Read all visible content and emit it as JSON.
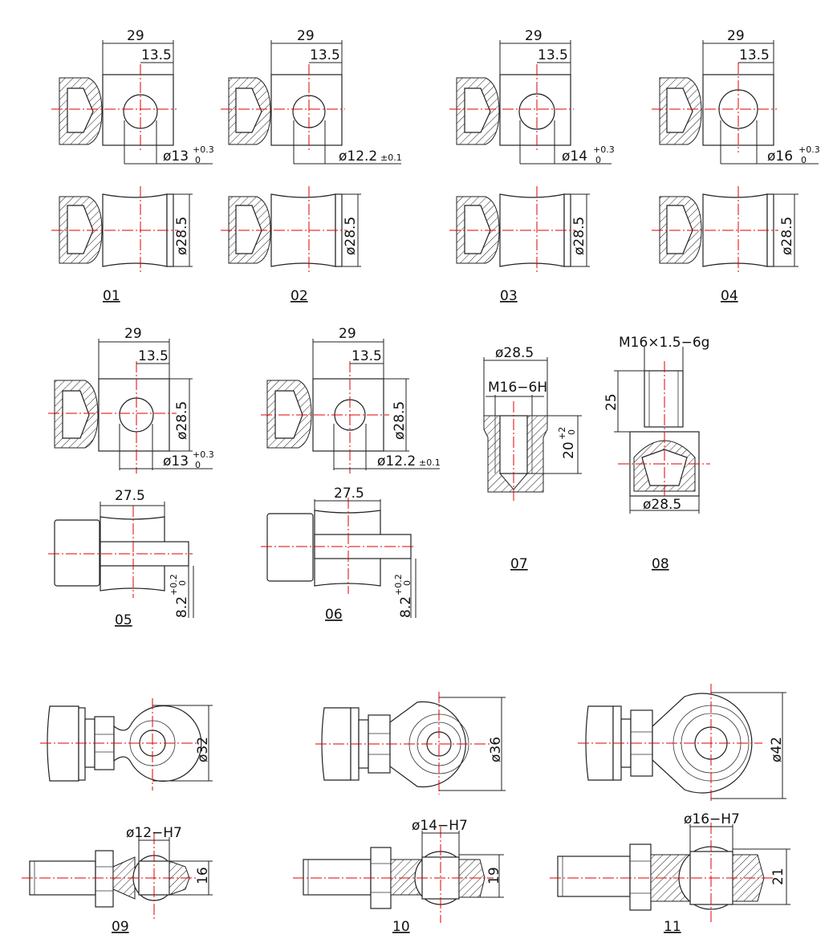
{
  "parts": [
    {
      "id": "01",
      "dims": {
        "width": "29",
        "offset": "13.5",
        "bore": "ø13",
        "tol_up": "+0.3",
        "tol_low": "0",
        "dia": "ø28.5"
      }
    },
    {
      "id": "02",
      "dims": {
        "width": "29",
        "offset": "13.5",
        "bore": "ø12.2",
        "tol": "±0.1",
        "dia": "ø28.5"
      }
    },
    {
      "id": "03",
      "dims": {
        "width": "29",
        "offset": "13.5",
        "bore": "ø14",
        "tol_up": "+0.3",
        "tol_low": "0",
        "dia": "ø28.5"
      }
    },
    {
      "id": "04",
      "dims": {
        "width": "29",
        "offset": "13.5",
        "bore": "ø16",
        "tol_up": "+0.3",
        "tol_low": "0",
        "dia": "ø28.5"
      }
    },
    {
      "id": "05",
      "dims": {
        "width": "29",
        "offset": "13.5",
        "bore": "ø13",
        "tol_up": "+0.3",
        "tol_low": "0",
        "dia": "ø28.5",
        "length": "27.5",
        "slot": "8.2",
        "slot_tol_up": "+0.2",
        "slot_tol_low": "0"
      }
    },
    {
      "id": "06",
      "dims": {
        "width": "29",
        "offset": "13.5",
        "bore": "ø12.2",
        "tol": "±0.1",
        "dia": "ø28.5",
        "length": "27.5",
        "slot": "8.2",
        "slot_tol_up": "+0.2",
        "slot_tol_low": "0"
      }
    },
    {
      "id": "07",
      "dims": {
        "dia": "ø28.5",
        "thread": "M16−6H",
        "depth": "20",
        "depth_tol_up": "+2",
        "depth_tol_low": "0"
      }
    },
    {
      "id": "08",
      "dims": {
        "thread": "M16×1.5−6g",
        "length": "25",
        "dia": "ø28.5"
      }
    },
    {
      "id": "09",
      "dims": {
        "eye_dia": "ø32",
        "bore": "ø12−H7",
        "width": "16"
      }
    },
    {
      "id": "10",
      "dims": {
        "eye_dia": "ø36",
        "bore": "ø14−H7",
        "width": "19"
      }
    },
    {
      "id": "11",
      "dims": {
        "eye_dia": "ø42",
        "bore": "ø16−H7",
        "width": "21"
      }
    }
  ],
  "colors": {
    "line": "#222222",
    "centerline": "#e00000",
    "background": "#ffffff"
  }
}
